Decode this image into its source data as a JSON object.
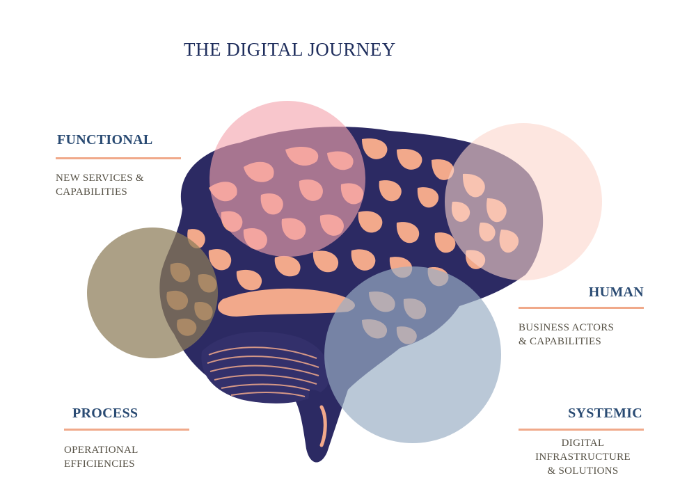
{
  "title": "THE DIGITAL JOURNEY",
  "quadrants": [
    {
      "heading": "FUNCTIONAL",
      "description": "NEW SERVICES &\nCAPABILITIES",
      "color": "#f4a3ad"
    },
    {
      "heading": "HUMAN",
      "description": "BUSINESS ACTORS\n& CAPABILITIES",
      "color": "#fbd6cc"
    },
    {
      "heading": "PROCESS",
      "description": "OPERATIONAL\nEFFICIENCIES",
      "color": "#8c7b58"
    },
    {
      "heading": "SYSTEMIC",
      "description": "DIGITAL\nINFRASTRUCTURE\n& SOLUTIONS",
      "color": "#9aaec4"
    }
  ],
  "colors": {
    "brain_base": "#2c2a63",
    "brain_fold": "#f2a98b",
    "heading": "#2a4b73",
    "rule": "#f0a98a",
    "title": "#1e2d5c"
  }
}
